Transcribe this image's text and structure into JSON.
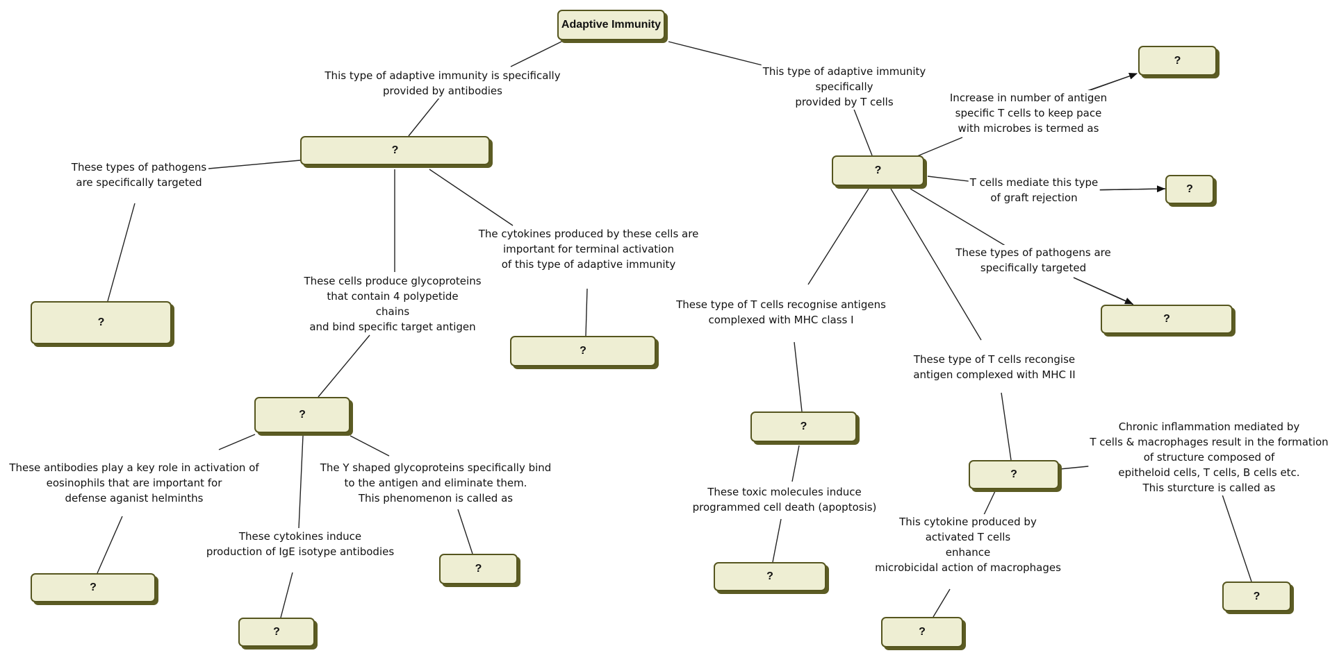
{
  "root": {
    "text": "Adaptive Immunity"
  },
  "nodes": {
    "humoral": "?",
    "cell_mediated": "?",
    "pathogens_extracellular": "?",
    "cytokine_cells": "?",
    "antibodies": "?",
    "ige": "?",
    "il4": "?",
    "neutralization": "?",
    "expansion": "?",
    "graft": "?",
    "pathogens_intracellular": "?",
    "ctl": "?",
    "perforin": "?",
    "th": "?",
    "ifn": "?",
    "granuloma": "?"
  },
  "labels": {
    "humoral_link": [
      "This type of adaptive immunity is specifically",
      "provided by antibodies"
    ],
    "cmi_link": [
      "This type of adaptive immunity",
      "specifically",
      "provided by T cells"
    ],
    "pathogens_left": [
      "These types of pathogens",
      "are specifically targeted"
    ],
    "cytokines_terminal": [
      "The cytokines produced by these cells are",
      "important for terminal activation",
      "of this type of adaptive immunity"
    ],
    "glycoproteins": [
      "These cells produce glycoproteins",
      "that contain 4 polypetide",
      "chains",
      "and bind specific target antigen"
    ],
    "eosinophils": [
      "These antibodies play a key role in activation of",
      "eosinophils that are important for",
      "defense aganist helminths"
    ],
    "ige_cytokines": [
      "These cytokines induce",
      "production of IgE isotype antibodies"
    ],
    "y_shaped": [
      "The Y shaped glycoproteins specifically bind",
      "to the antigen and eliminate them.",
      "This phenomenon is called as"
    ],
    "increase": [
      "Increase in number of antigen",
      "specific T cells to keep pace",
      "with microbes is termed as"
    ],
    "graft": [
      "T cells mediate this type",
      "of graft rejection"
    ],
    "pathogens_right": [
      "These types of pathogens are",
      "specifically targeted"
    ],
    "mhc1": [
      "These type of T cells recognise antigens",
      "complexed with MHC class I"
    ],
    "mhc2": [
      "These type of T cells recongise",
      "antigen complexed with MHC II"
    ],
    "toxic": [
      "These toxic molecules induce",
      "programmed cell death (apoptosis)"
    ],
    "cytokine_macrophage": [
      "This cytokine produced by",
      "activated T cells",
      "enhance",
      "microbicidal action of macrophages"
    ],
    "chronic": [
      "Chronic inflammation mediated by",
      "T cells & macrophages result in the formation",
      "of structure composed of",
      "epitheloid cells, T cells, B cells etc.",
      "This sturcture is called as"
    ]
  },
  "colors": {
    "node_fill": "#eeeed3",
    "node_border": "#55551e",
    "node_shadow": "#5c5c24",
    "line": "#222222"
  }
}
